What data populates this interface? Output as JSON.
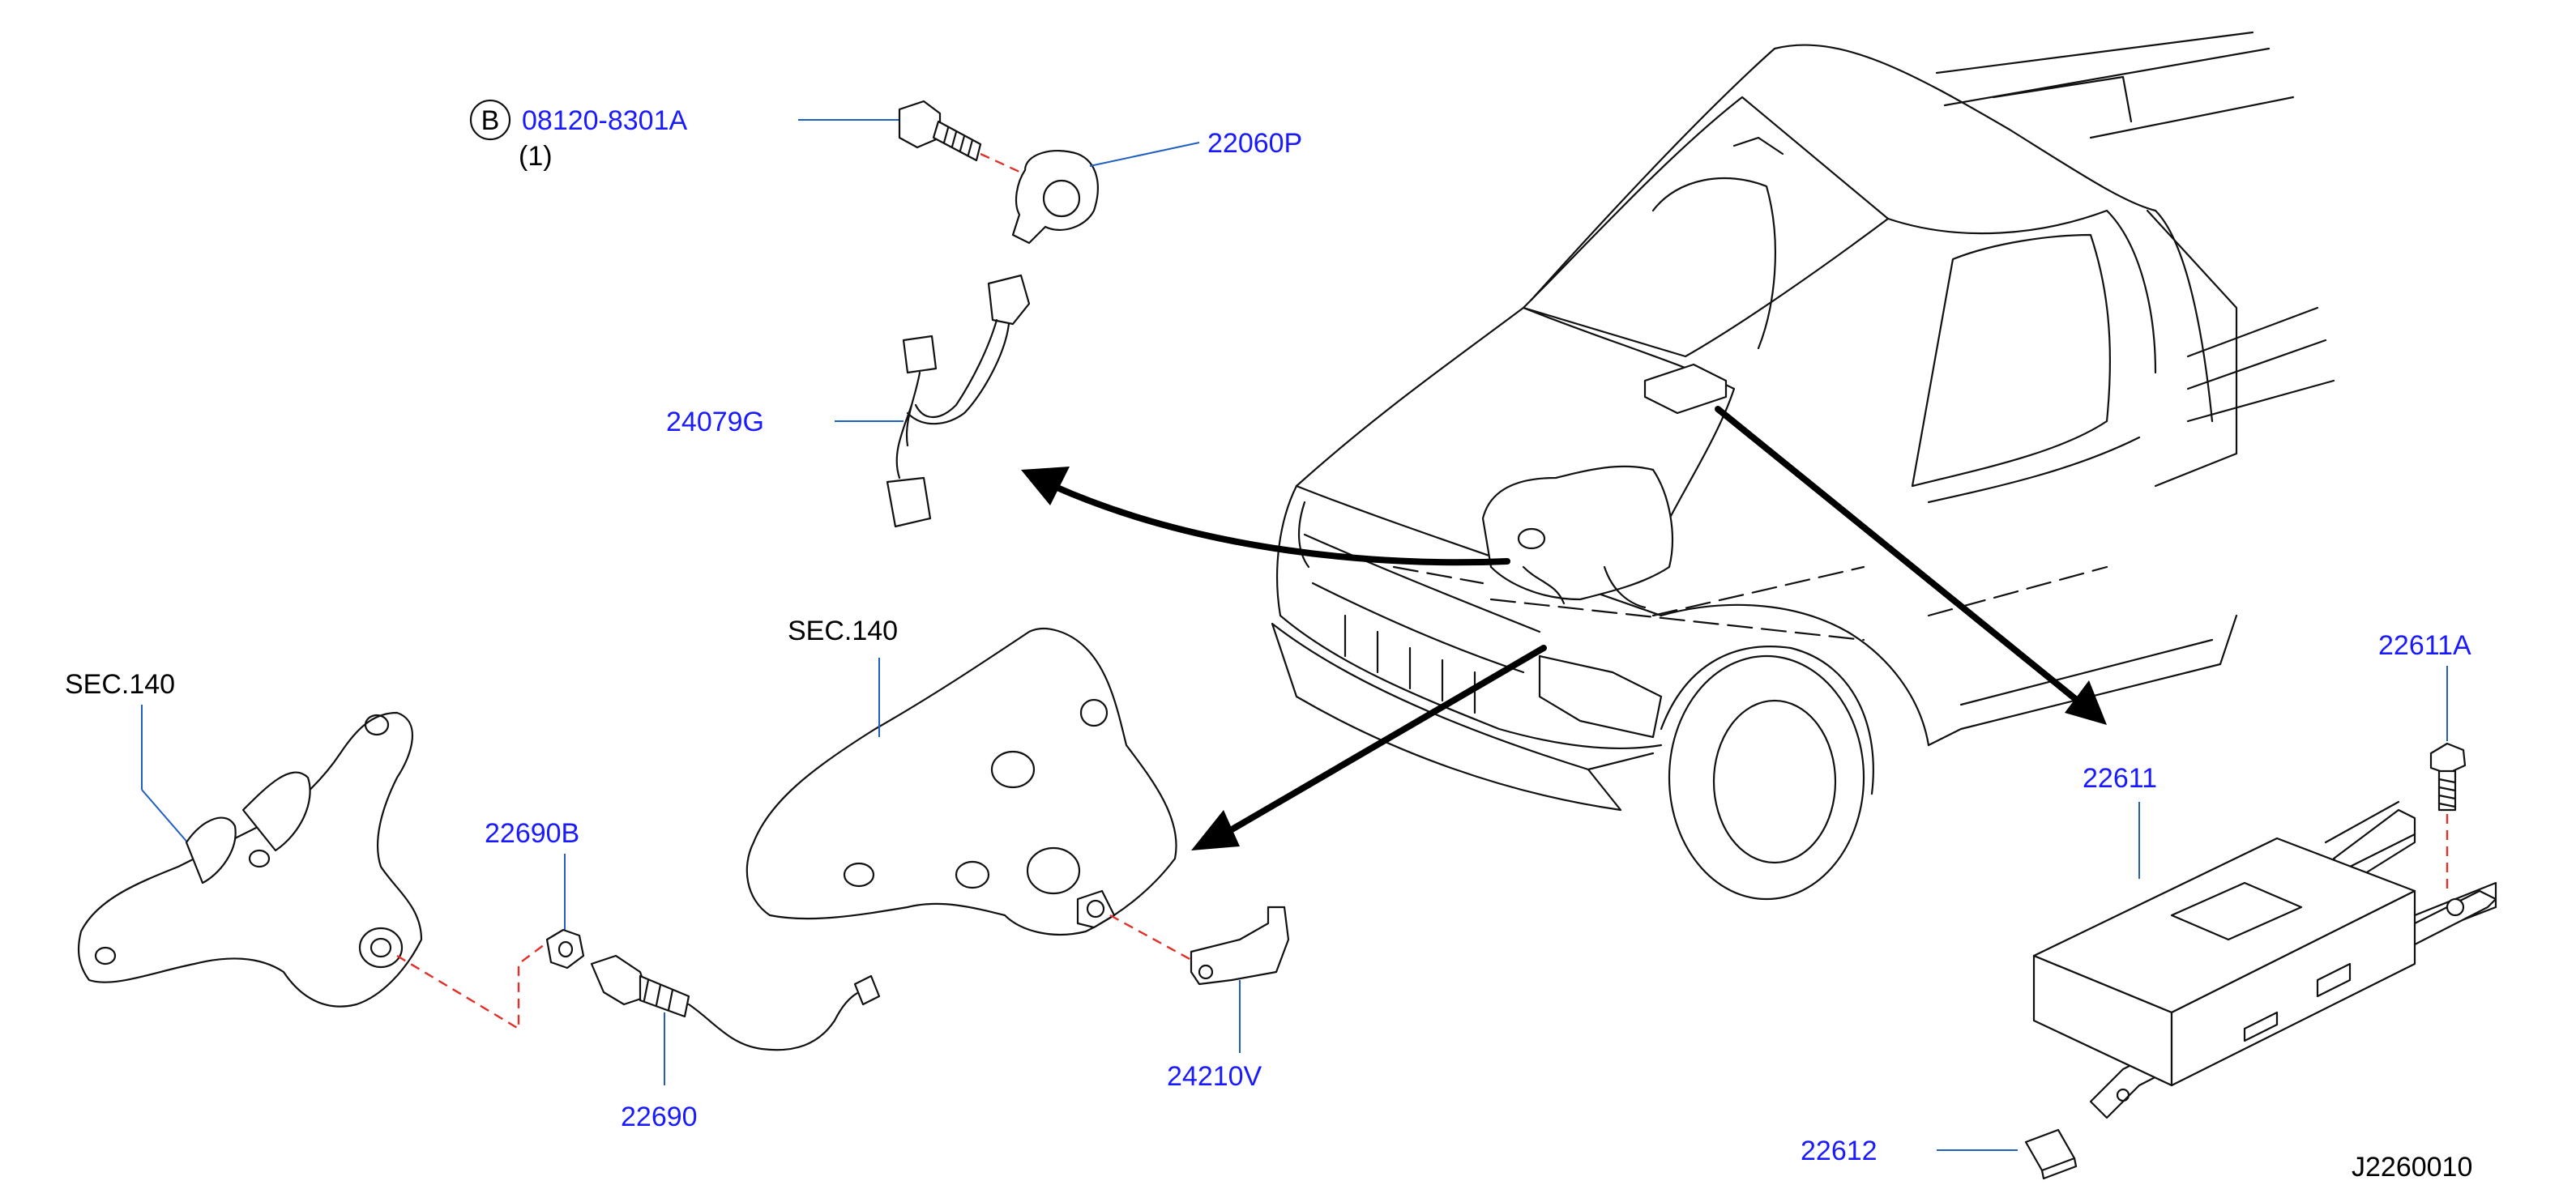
{
  "diagram": {
    "figure_code": "J2260010",
    "bolt_marker": "B",
    "parts": {
      "bolt": {
        "number": "08120-8301A",
        "quantity": "(1)"
      },
      "knock_sensor": {
        "number": "22060P"
      },
      "harness": {
        "number": "24079G"
      },
      "nut": {
        "number": "22690B"
      },
      "oxygen_sensor": {
        "number": "22690"
      },
      "bracket": {
        "number": "24210V"
      },
      "control_unit": {
        "number": "22611"
      },
      "unit_bolt": {
        "number": "22611A"
      },
      "clip": {
        "number": "22612"
      }
    },
    "section_refs": {
      "left": "SEC.140",
      "center": "SEC.140"
    },
    "colors": {
      "part_number": "#1a1aff",
      "leader": "#1f5fbf",
      "dashed_guide": "#e0302a",
      "line": "#111111"
    }
  }
}
